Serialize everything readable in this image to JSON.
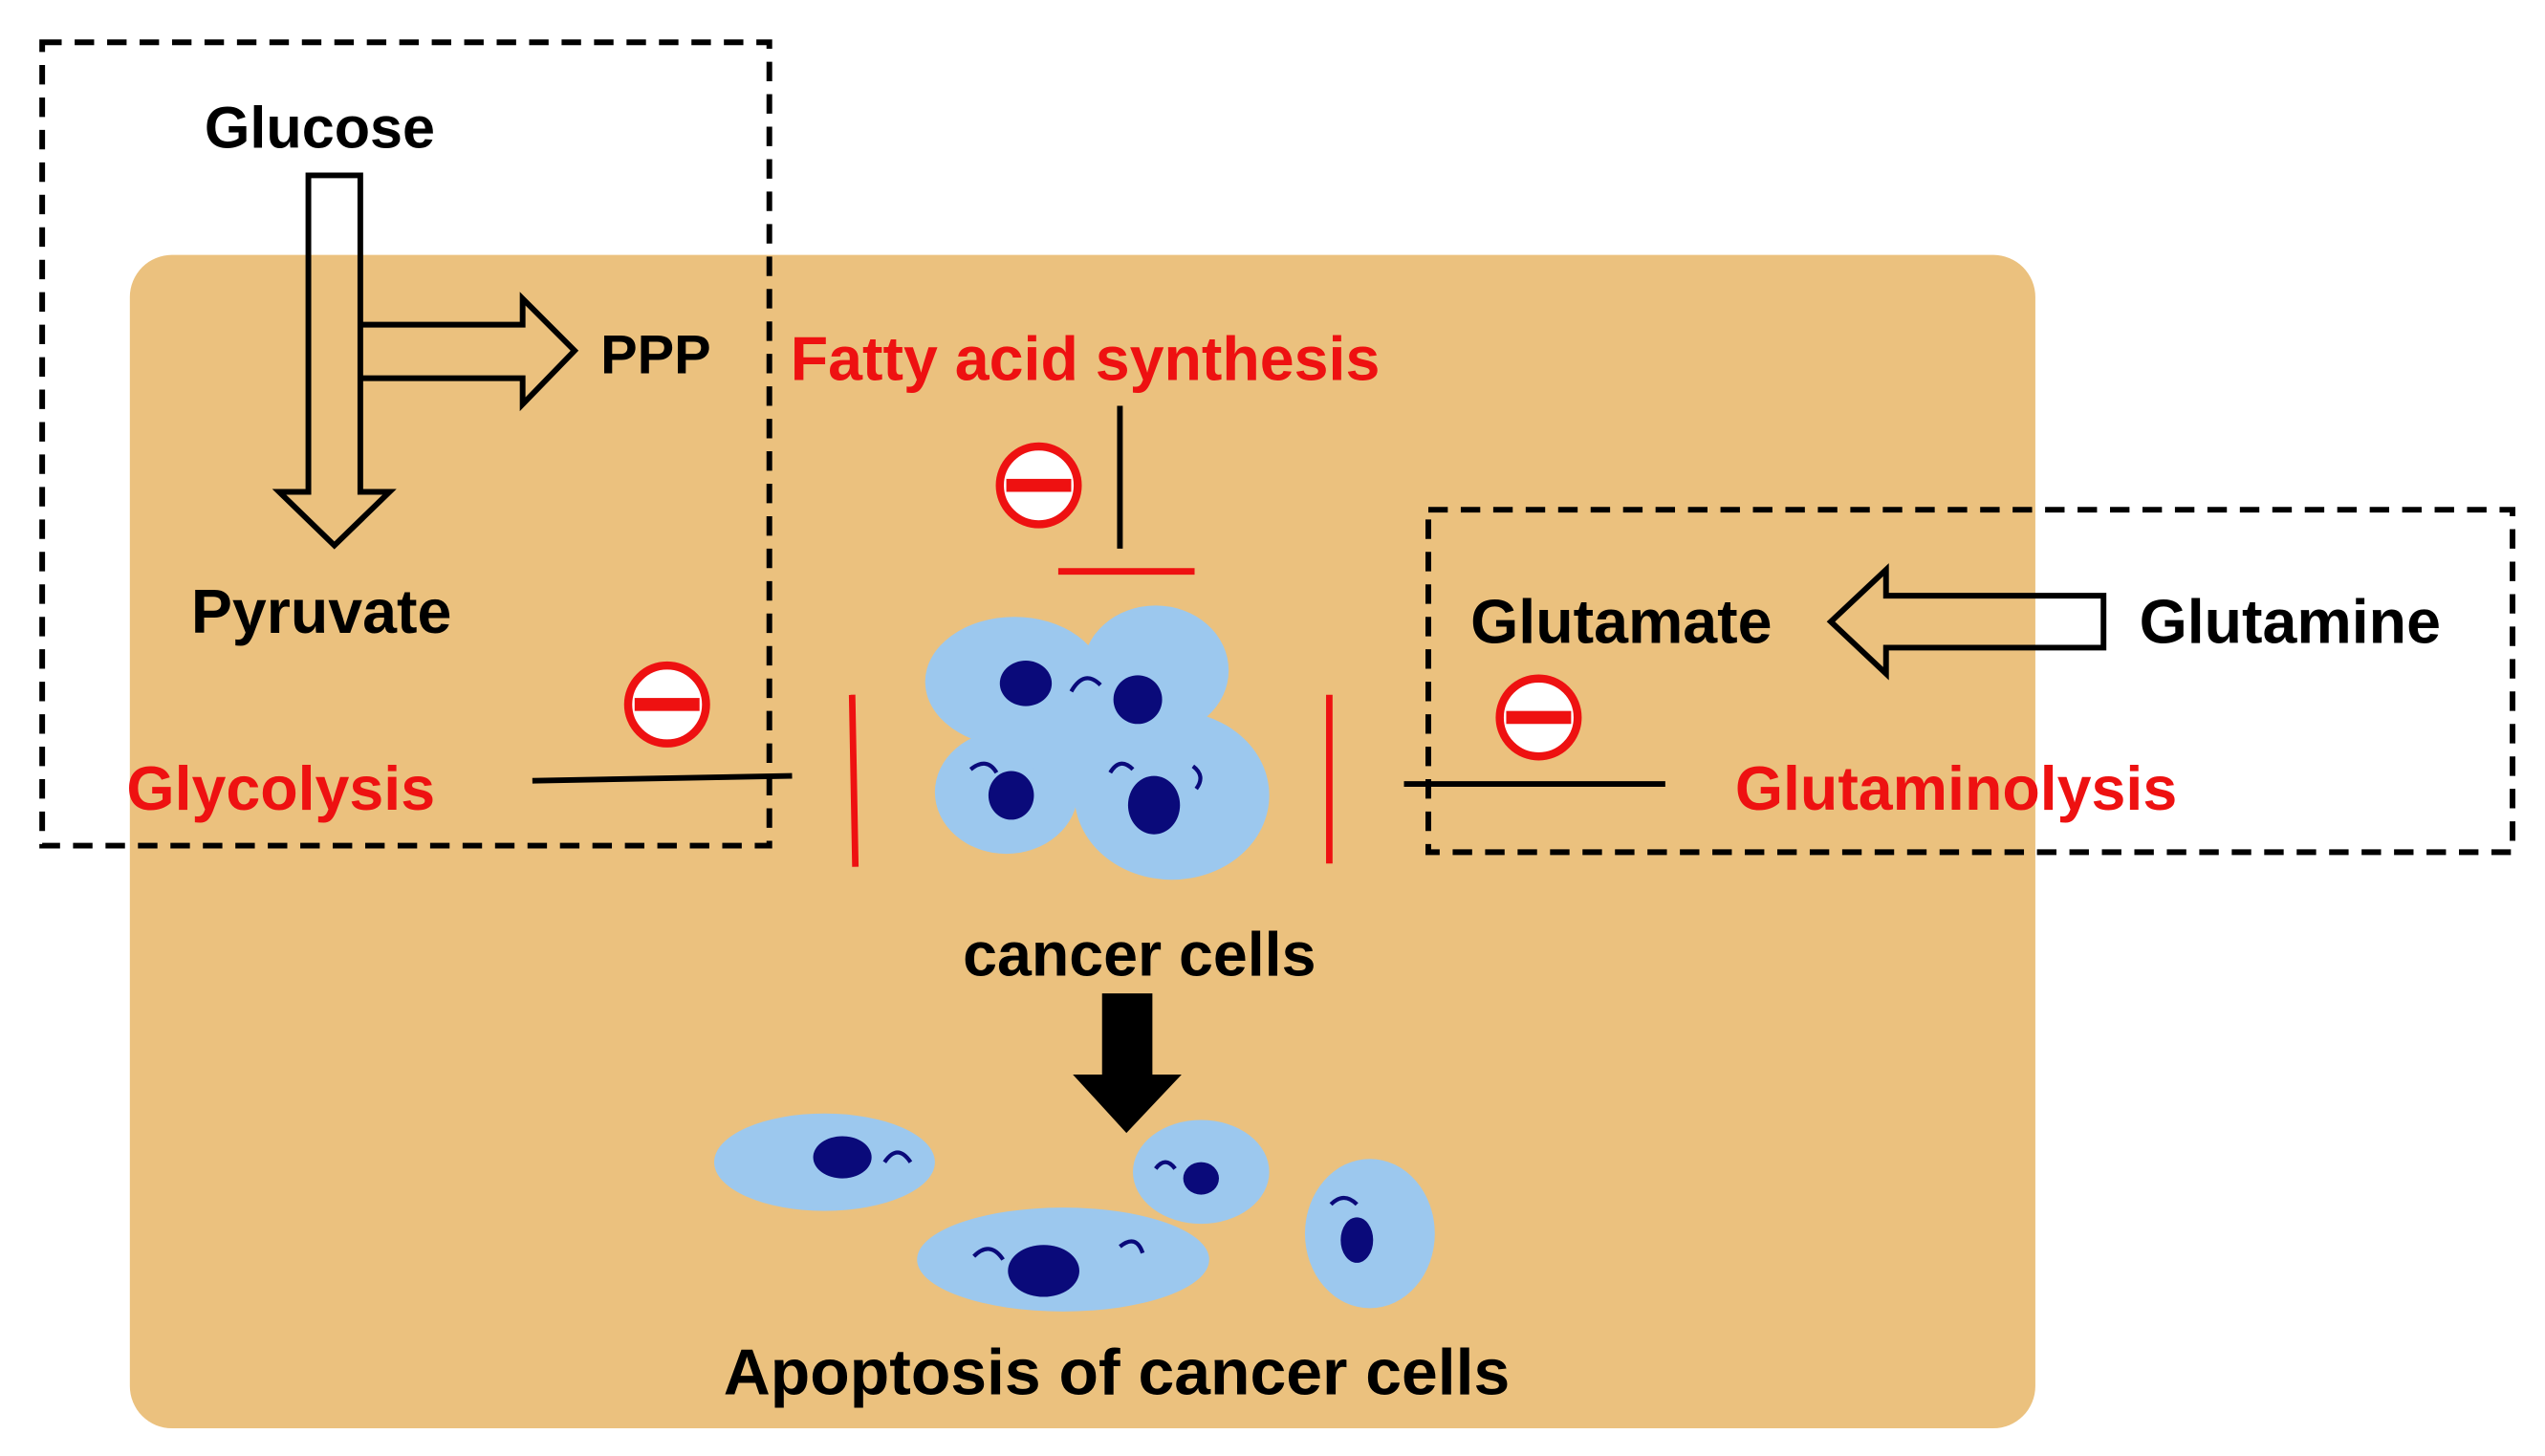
{
  "labels": {
    "glucose": "Glucose",
    "ppp": "PPP",
    "pyruvate": "Pyruvate",
    "glycolysis": "Glycolysis",
    "fatty_acid_synthesis": "Fatty acid synthesis",
    "glutamate": "Glutamate",
    "glutamine": "Glutamine",
    "glutaminolysis": "Glutaminolysis",
    "cancer_cells": "cancer cells",
    "apoptosis": "Apoptosis of cancer cells"
  },
  "colors": {
    "cell_panel": "#EBC17E",
    "inhibit_red": "#EE1111",
    "text_black": "#000000",
    "cell_cytoplasm": "#9CC8EE",
    "cell_nucleus": "#0A0A7A"
  }
}
